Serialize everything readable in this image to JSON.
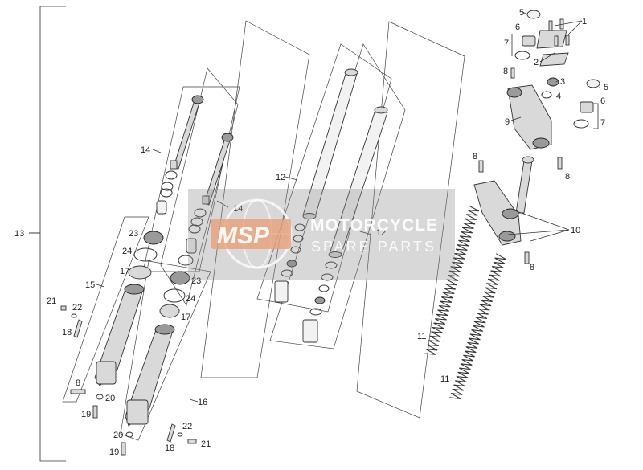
{
  "watermark": {
    "logo_text": "MSP",
    "title": "MOTORCYCLE",
    "subtitle": "SPARE PARTS"
  },
  "callouts": {
    "c1": "1",
    "c2": "2",
    "c3": "3",
    "c4": "4",
    "c5a": "5",
    "c5b": "5",
    "c6a": "6",
    "c6b": "6",
    "c7a": "7",
    "c7b": "7",
    "c8a": "8",
    "c8b": "8",
    "c8c": "8",
    "c8d": "8",
    "c8e": "8",
    "c9": "9",
    "c10": "10",
    "c11a": "11",
    "c11b": "11",
    "c12a": "12",
    "c12b": "12",
    "c13": "13",
    "c14a": "14",
    "c14b": "14",
    "c15": "15",
    "c16": "16",
    "c17a": "17",
    "c17b": "17",
    "c18a": "18",
    "c18b": "18",
    "c19a": "19",
    "c19b": "19",
    "c20a": "20",
    "c20b": "20",
    "c21a": "21",
    "c21b": "21",
    "c22a": "22",
    "c22b": "22",
    "c23a": "23",
    "c23b": "23",
    "c24a": "24",
    "c24b": "24"
  }
}
